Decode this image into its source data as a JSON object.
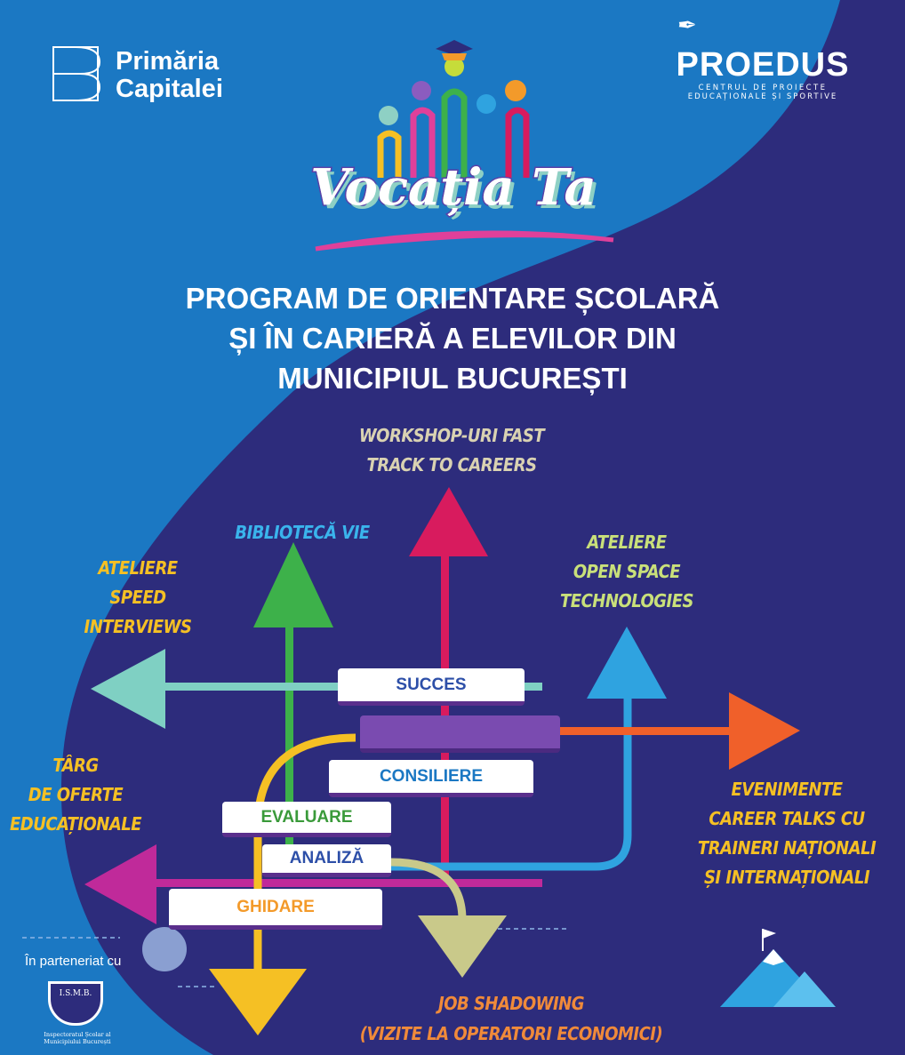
{
  "header": {
    "left_logo": {
      "line1": "Primăria",
      "line2": "Capitalei"
    },
    "right_logo": {
      "name": "PROEDUS",
      "tagline1": "CENTRUL DE PROIECTE",
      "tagline2": "EDUCAȚIONALE ȘI SPORTIVE"
    },
    "title_logo": "Vocația Ta"
  },
  "headline": [
    "PROGRAM DE ORIENTARE ȘCOLARĂ",
    "ȘI ÎN CARIERĂ A ELEVILOR DIN",
    "MUNICIPIUL BUCUREȘTI"
  ],
  "labels": {
    "workshop": [
      "WORKSHOP-URI FAST",
      "TRACK TO CAREERS"
    ],
    "biblioteca": "BIBLIOTECĂ VIE",
    "speed": [
      "ATELIERE",
      "SPEED",
      "INTERVIEWS"
    ],
    "open_space": [
      "ATELIERE",
      "OPEN SPACE",
      "TECHNOLOGIES"
    ],
    "targ": [
      "TÂRG",
      "DE OFERTE",
      "EDUCAȚIONALE"
    ],
    "evenimente": [
      "EVENIMENTE",
      "CAREER TALKS CU",
      "TRAINERI NAȚIONALI",
      "ȘI INTERNAȚIONALI"
    ],
    "job": [
      "JOB SHADOWING",
      "(VIZITE LA OPERATORI ECONOMICI)"
    ]
  },
  "books": [
    "SUCCES",
    "CONSILIERE",
    "EVALUARE",
    "ANALIZĂ",
    "GHIDARE"
  ],
  "partner": {
    "label": "În parteneriat cu",
    "logo_text": "I.S.M.B.",
    "caption1": "Inspectoratul Școlar al",
    "caption2": "Municipiului București"
  },
  "colors": {
    "light_blue": "#1b78c3",
    "navy": "#2d2c7c"
  }
}
